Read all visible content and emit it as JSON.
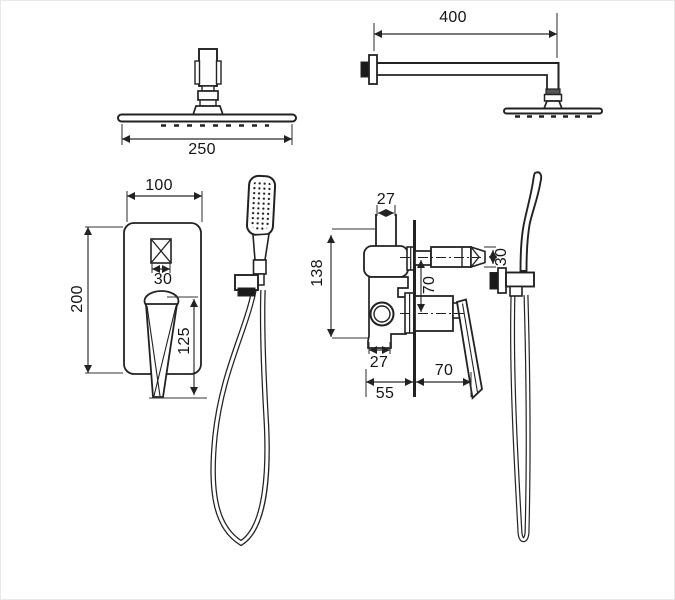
{
  "drawing": {
    "dimensions": {
      "arm_length": "400",
      "rain_head_width": "250",
      "panel_width": "100",
      "panel_height": "200",
      "diverter_knob_width": "30",
      "lever_length": "125",
      "top_pipe_width": "27",
      "valve_body_height": "138",
      "diverter_knob_height": "30",
      "port_spacing": "70",
      "bottom_pipe_width": "27",
      "lever_projection": "70",
      "valve_body_width": "55"
    },
    "line_color": "#222222",
    "background_color": "#ffffff"
  }
}
